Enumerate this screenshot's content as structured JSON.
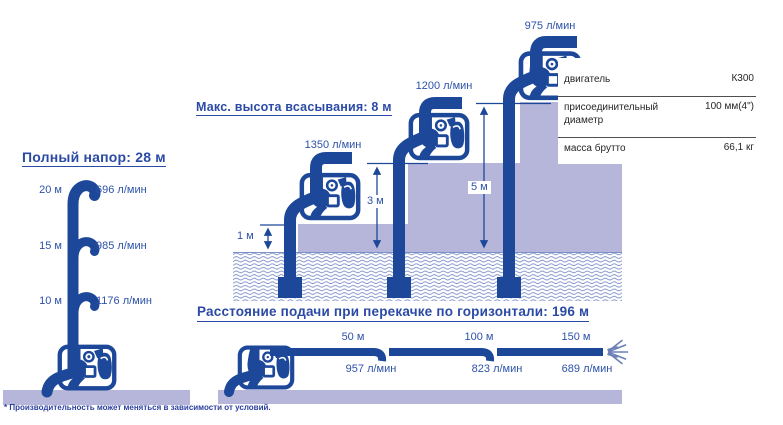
{
  "colors": {
    "pump_blue": "#1d4899",
    "title_blue": "#2b4aa5",
    "label_blue": "#2e52a9",
    "ground_lavender": "#b5b6d9",
    "water_wave": "#7b8fca",
    "spray_blue": "#6b7fb5"
  },
  "full_head": {
    "title": "Полный напор: 28 м",
    "rows": [
      {
        "height": "20 м",
        "flow": "696 л/мин"
      },
      {
        "height": "15 м",
        "flow": "985 л/мин"
      },
      {
        "height": "10 м",
        "flow": "1176 л/мин"
      }
    ]
  },
  "suction": {
    "title": "Макс. высота всасывания: 8 м",
    "pumps": [
      {
        "flow": "1350 л/мин",
        "depth": "1 м"
      },
      {
        "flow": "1200 л/мин",
        "depth": "3 м"
      },
      {
        "flow": "975 л/мин",
        "depth": "5 м"
      }
    ]
  },
  "specs": {
    "rows": [
      {
        "label": "двигатель",
        "value": "К300"
      },
      {
        "label": "присоединительный диаметр",
        "value": "100 мм(4\")"
      },
      {
        "label": "масса брутто",
        "value": "66,1 кг"
      }
    ]
  },
  "horizontal": {
    "title": "Расстояние подачи при перекачке по горизонтали: 196 м",
    "points": [
      {
        "distance": "50 м",
        "flow": "957 л/мин"
      },
      {
        "distance": "100 м",
        "flow": "823 л/мин"
      },
      {
        "distance": "150 м",
        "flow": "689 л/мин"
      }
    ]
  },
  "footnote": "* Производительность может меняться в зависимости от условий."
}
